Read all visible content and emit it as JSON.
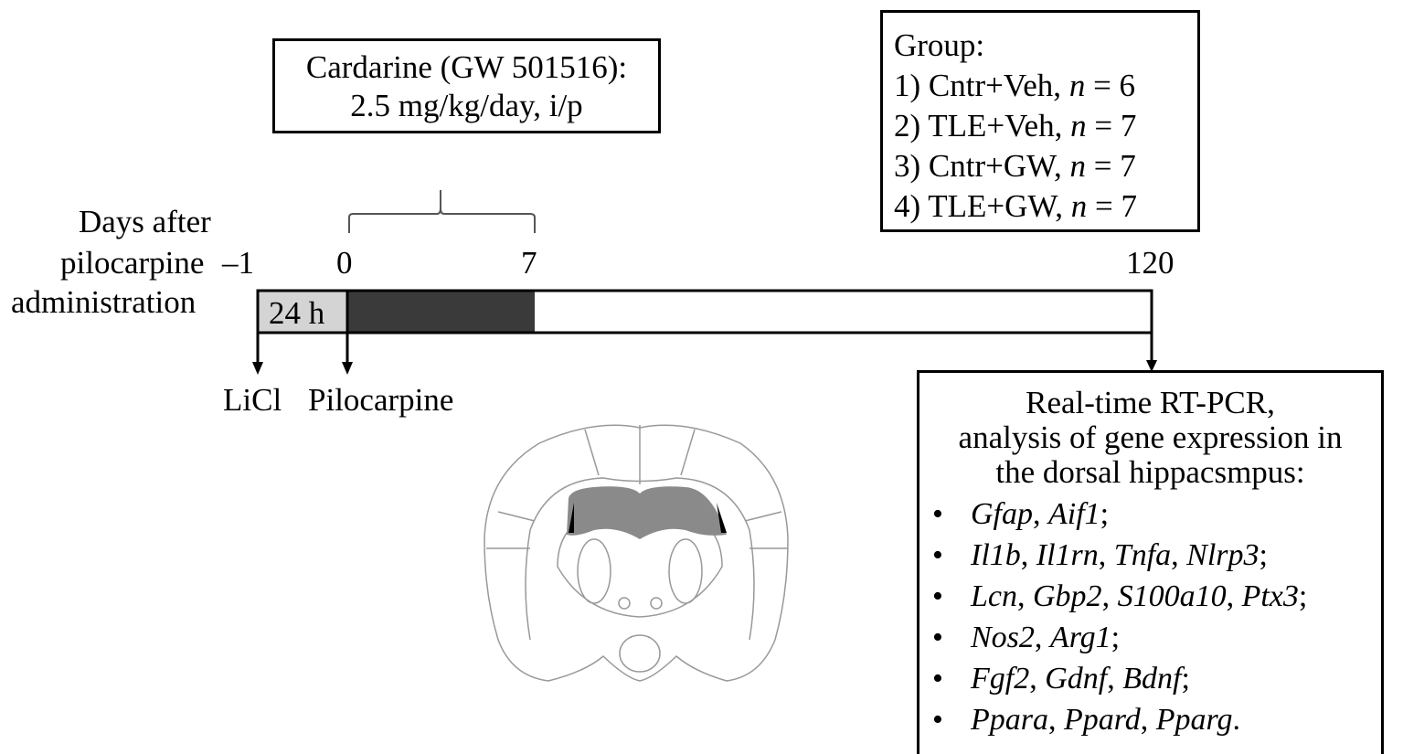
{
  "treatment_box": {
    "line1": "Cardarine (GW 501516):",
    "line2": "2.5 mg/kg/day, i/p"
  },
  "group_box": {
    "title": "Group:",
    "groups": [
      {
        "label": "1) Cntr+Veh, ",
        "n_label": "n",
        "n_value": " = 6"
      },
      {
        "label": "2) TLE+Veh, ",
        "n_label": "n",
        "n_value": " = 7"
      },
      {
        "label": "3) Cntr+GW, ",
        "n_label": "n",
        "n_value": " = 7"
      },
      {
        "label": "4) TLE+GW, ",
        "n_label": "n",
        "n_value": " = 7"
      }
    ]
  },
  "timeline": {
    "axis_label": [
      "Days after",
      "pilocarpine",
      "administration"
    ],
    "ticks": [
      "–1",
      "0",
      "7",
      "120"
    ],
    "segment_24h": "24 h",
    "colors": {
      "pre": "#d4d4d4",
      "treatment": "#3a3a3a",
      "post": "#ffffff"
    }
  },
  "events": {
    "licl": "LiCl",
    "pilocarpine": "Pilocarpine"
  },
  "analysis_box": {
    "title": [
      "Real-time RT-PCR,",
      "analysis of gene expression in",
      "the dorsal hippacsmpus:"
    ],
    "bullet": "•",
    "gene_lines": [
      {
        "genes": [
          "Gfap",
          "Aif1"
        ],
        "end": ";"
      },
      {
        "genes": [
          "Il1b",
          "Il1rn",
          "Tnfa",
          "Nlrp3"
        ],
        "end": ";"
      },
      {
        "genes": [
          "Lcn",
          "Gbp2",
          "S100a10",
          "Ptx3"
        ],
        "end": ";"
      },
      {
        "genes": [
          "Nos2",
          "Arg1"
        ],
        "end": ";"
      },
      {
        "genes": [
          "Fgf2",
          "Gdnf",
          "Bdnf"
        ],
        "end": ";"
      },
      {
        "genes": [
          "Ppara",
          "Ppard",
          "Pparg"
        ],
        "end": "."
      }
    ]
  }
}
